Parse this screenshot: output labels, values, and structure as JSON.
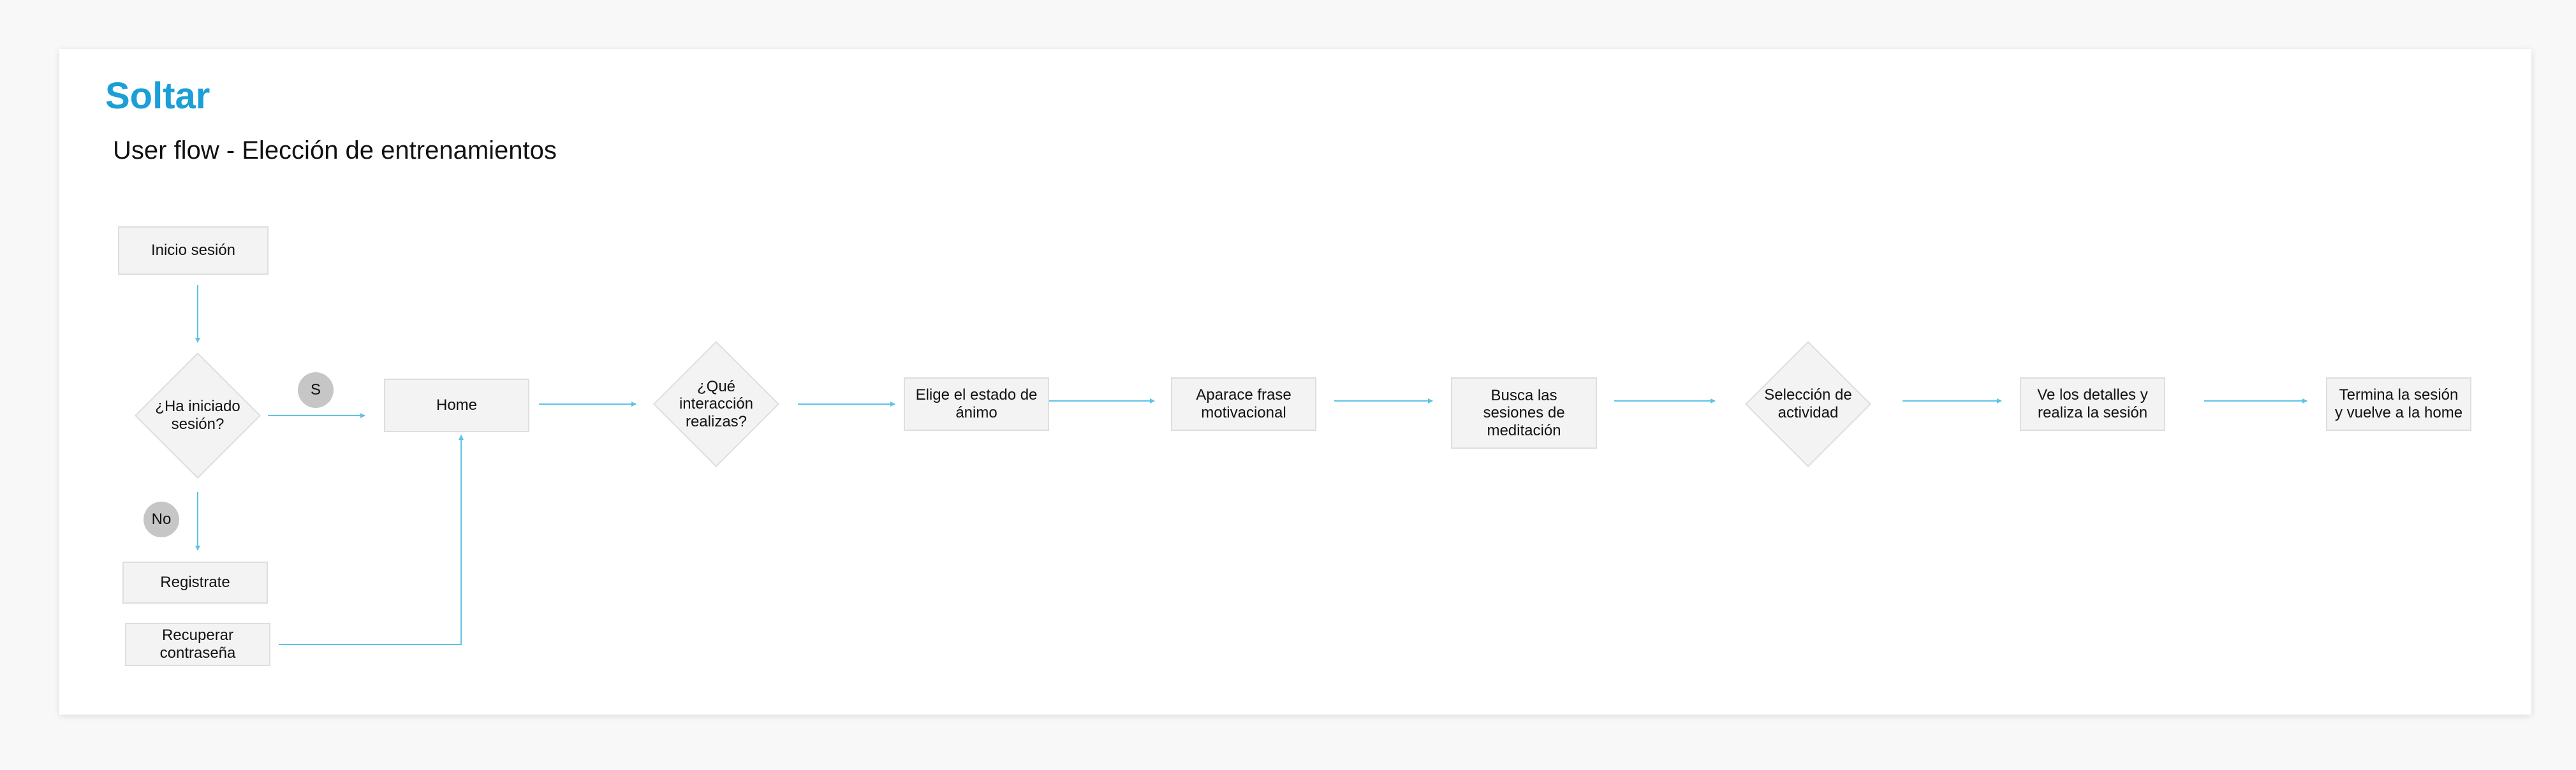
{
  "header": {
    "brand": "Soltar",
    "subtitle": "User flow - Elección de entrenamientos"
  },
  "nodes": {
    "inicio_sesion": "Inicio sesión",
    "ha_iniciado_line1": "¿Ha iniciado",
    "ha_iniciado_line2": "sesión?",
    "home": "Home",
    "que_interaccion_line1": "¿Qué",
    "que_interaccion_line2": "interacción",
    "que_interaccion_line3": "realizas?",
    "elige_line1": "Elige el estado de",
    "elige_line2": "ánimo",
    "aparece_line1": "Aparace frase",
    "aparece_line2": "motivacional",
    "busca_line1": "Busca las",
    "busca_line2": "sesiones de",
    "busca_line3": "meditación",
    "seleccion_line1": "Selección de",
    "seleccion_line2": "actividad",
    "ve_line1": "Ve los detalles y",
    "ve_line2": "realiza la sesión",
    "termina_line1": "Termina la sesión",
    "termina_line2": "y vuelve a la home",
    "registrate": "Registrate",
    "recuperar_line1": "Recuperar",
    "recuperar_line2": "contraseña"
  },
  "badges": {
    "yes": "S",
    "no": "No"
  },
  "colors": {
    "brand": "#1a9fd6",
    "connector": "#5bc3e6",
    "node_fill": "#f3f3f3",
    "badge_fill": "#c6c6c6"
  }
}
